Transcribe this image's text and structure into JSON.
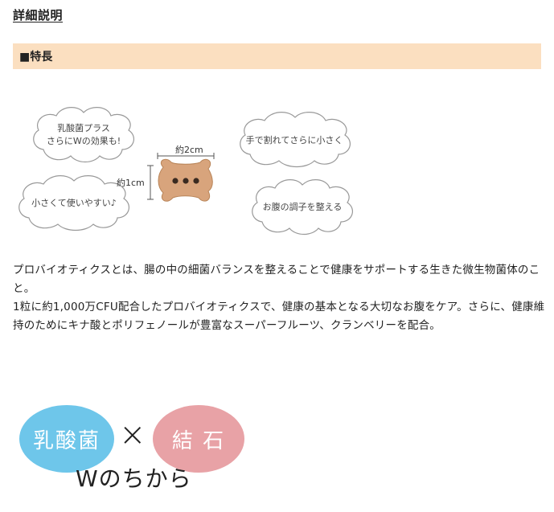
{
  "header": {
    "title": "詳細説明"
  },
  "section": {
    "title": "■特長"
  },
  "figure": {
    "bubbles": [
      {
        "text": "乳酸菌プラス\nさらにWの効果も!"
      },
      {
        "text": "小さくて使いやすい♪"
      },
      {
        "text": "手で割れてさらに小さく"
      },
      {
        "text": "お腹の調子を整える"
      }
    ],
    "width_label": "約2cm",
    "height_label": "約1cm"
  },
  "description": {
    "paragraph1": "プロバイオティクスとは、腸の中の細菌バランスを整えることで健康をサポートする生きた微生物菌体のこと。",
    "paragraph2": "1粒に約1,000万CFU配合したプロバイオティクスで、健康の基本となる大切なお腹をケア。さらに、健康維持のためにキナ酸とポリフェノールが豊富なスーパーフルーツ、クランベリーを配合。"
  },
  "logo": {
    "left_word": "乳酸菌",
    "cross": "×",
    "right_word": "結 石",
    "tagline": "Wのちから",
    "colors": {
      "left_circle": "#6ec6ea",
      "right_circle": "#e8a2a6"
    }
  }
}
